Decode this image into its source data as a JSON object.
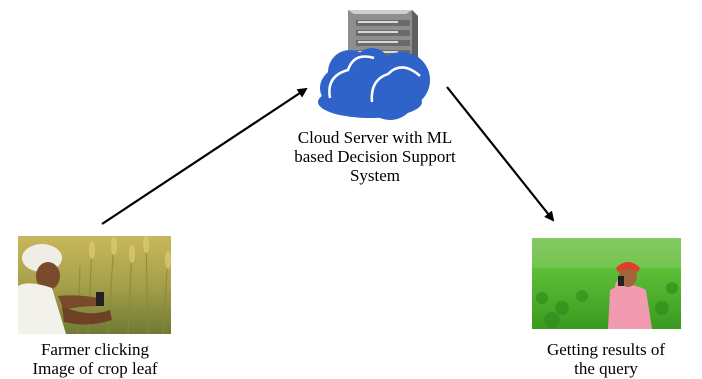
{
  "nodes": {
    "farmer": {
      "caption_lines": [
        "Farmer clicking",
        "Image of crop leaf"
      ],
      "image_subject": "farmer photographing a crop leaf in a wheat field"
    },
    "cloud_server": {
      "caption_lines": [
        "Cloud Server with ML",
        "based Decision Support",
        "System"
      ],
      "image_subject": "server rack with blue clouds"
    },
    "results": {
      "caption_lines": [
        "Getting results of",
        "the query"
      ],
      "image_subject": "man in red turban checking phone in green field"
    }
  },
  "edges": [
    {
      "from": "farmer",
      "to": "cloud_server"
    },
    {
      "from": "cloud_server",
      "to": "results"
    }
  ],
  "colors": {
    "cloud": "#2f63c9",
    "cloud_light": "#5f8fe6",
    "server": "#9a9a9a",
    "wheat": "#b8a64a",
    "field_green": "#4db52e",
    "turban": "#e03c2c",
    "shirt": "#f29ab0"
  }
}
